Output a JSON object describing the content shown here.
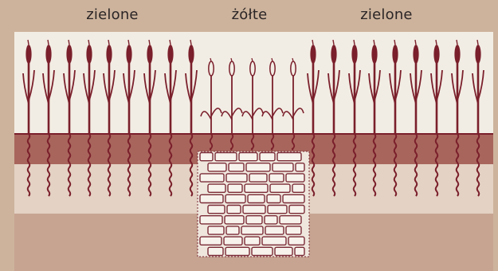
{
  "labels": {
    "left": "zielone",
    "middle": "żółte",
    "right": "zielone"
  },
  "colors": {
    "sky": "#f2ede4",
    "topsoil": "#a8655c",
    "subsoil": "#e4d2c4",
    "deep_soil": "#c7a492",
    "plant": "#7a1f2b",
    "wall_fill": "#efe7de",
    "wall_stroke": "#7a2a35"
  },
  "icons": {
    "plant_healthy": "cereal-plant-icon",
    "plant_stunted": "stunted-plant-icon",
    "wall": "buried-stone-wall"
  }
}
